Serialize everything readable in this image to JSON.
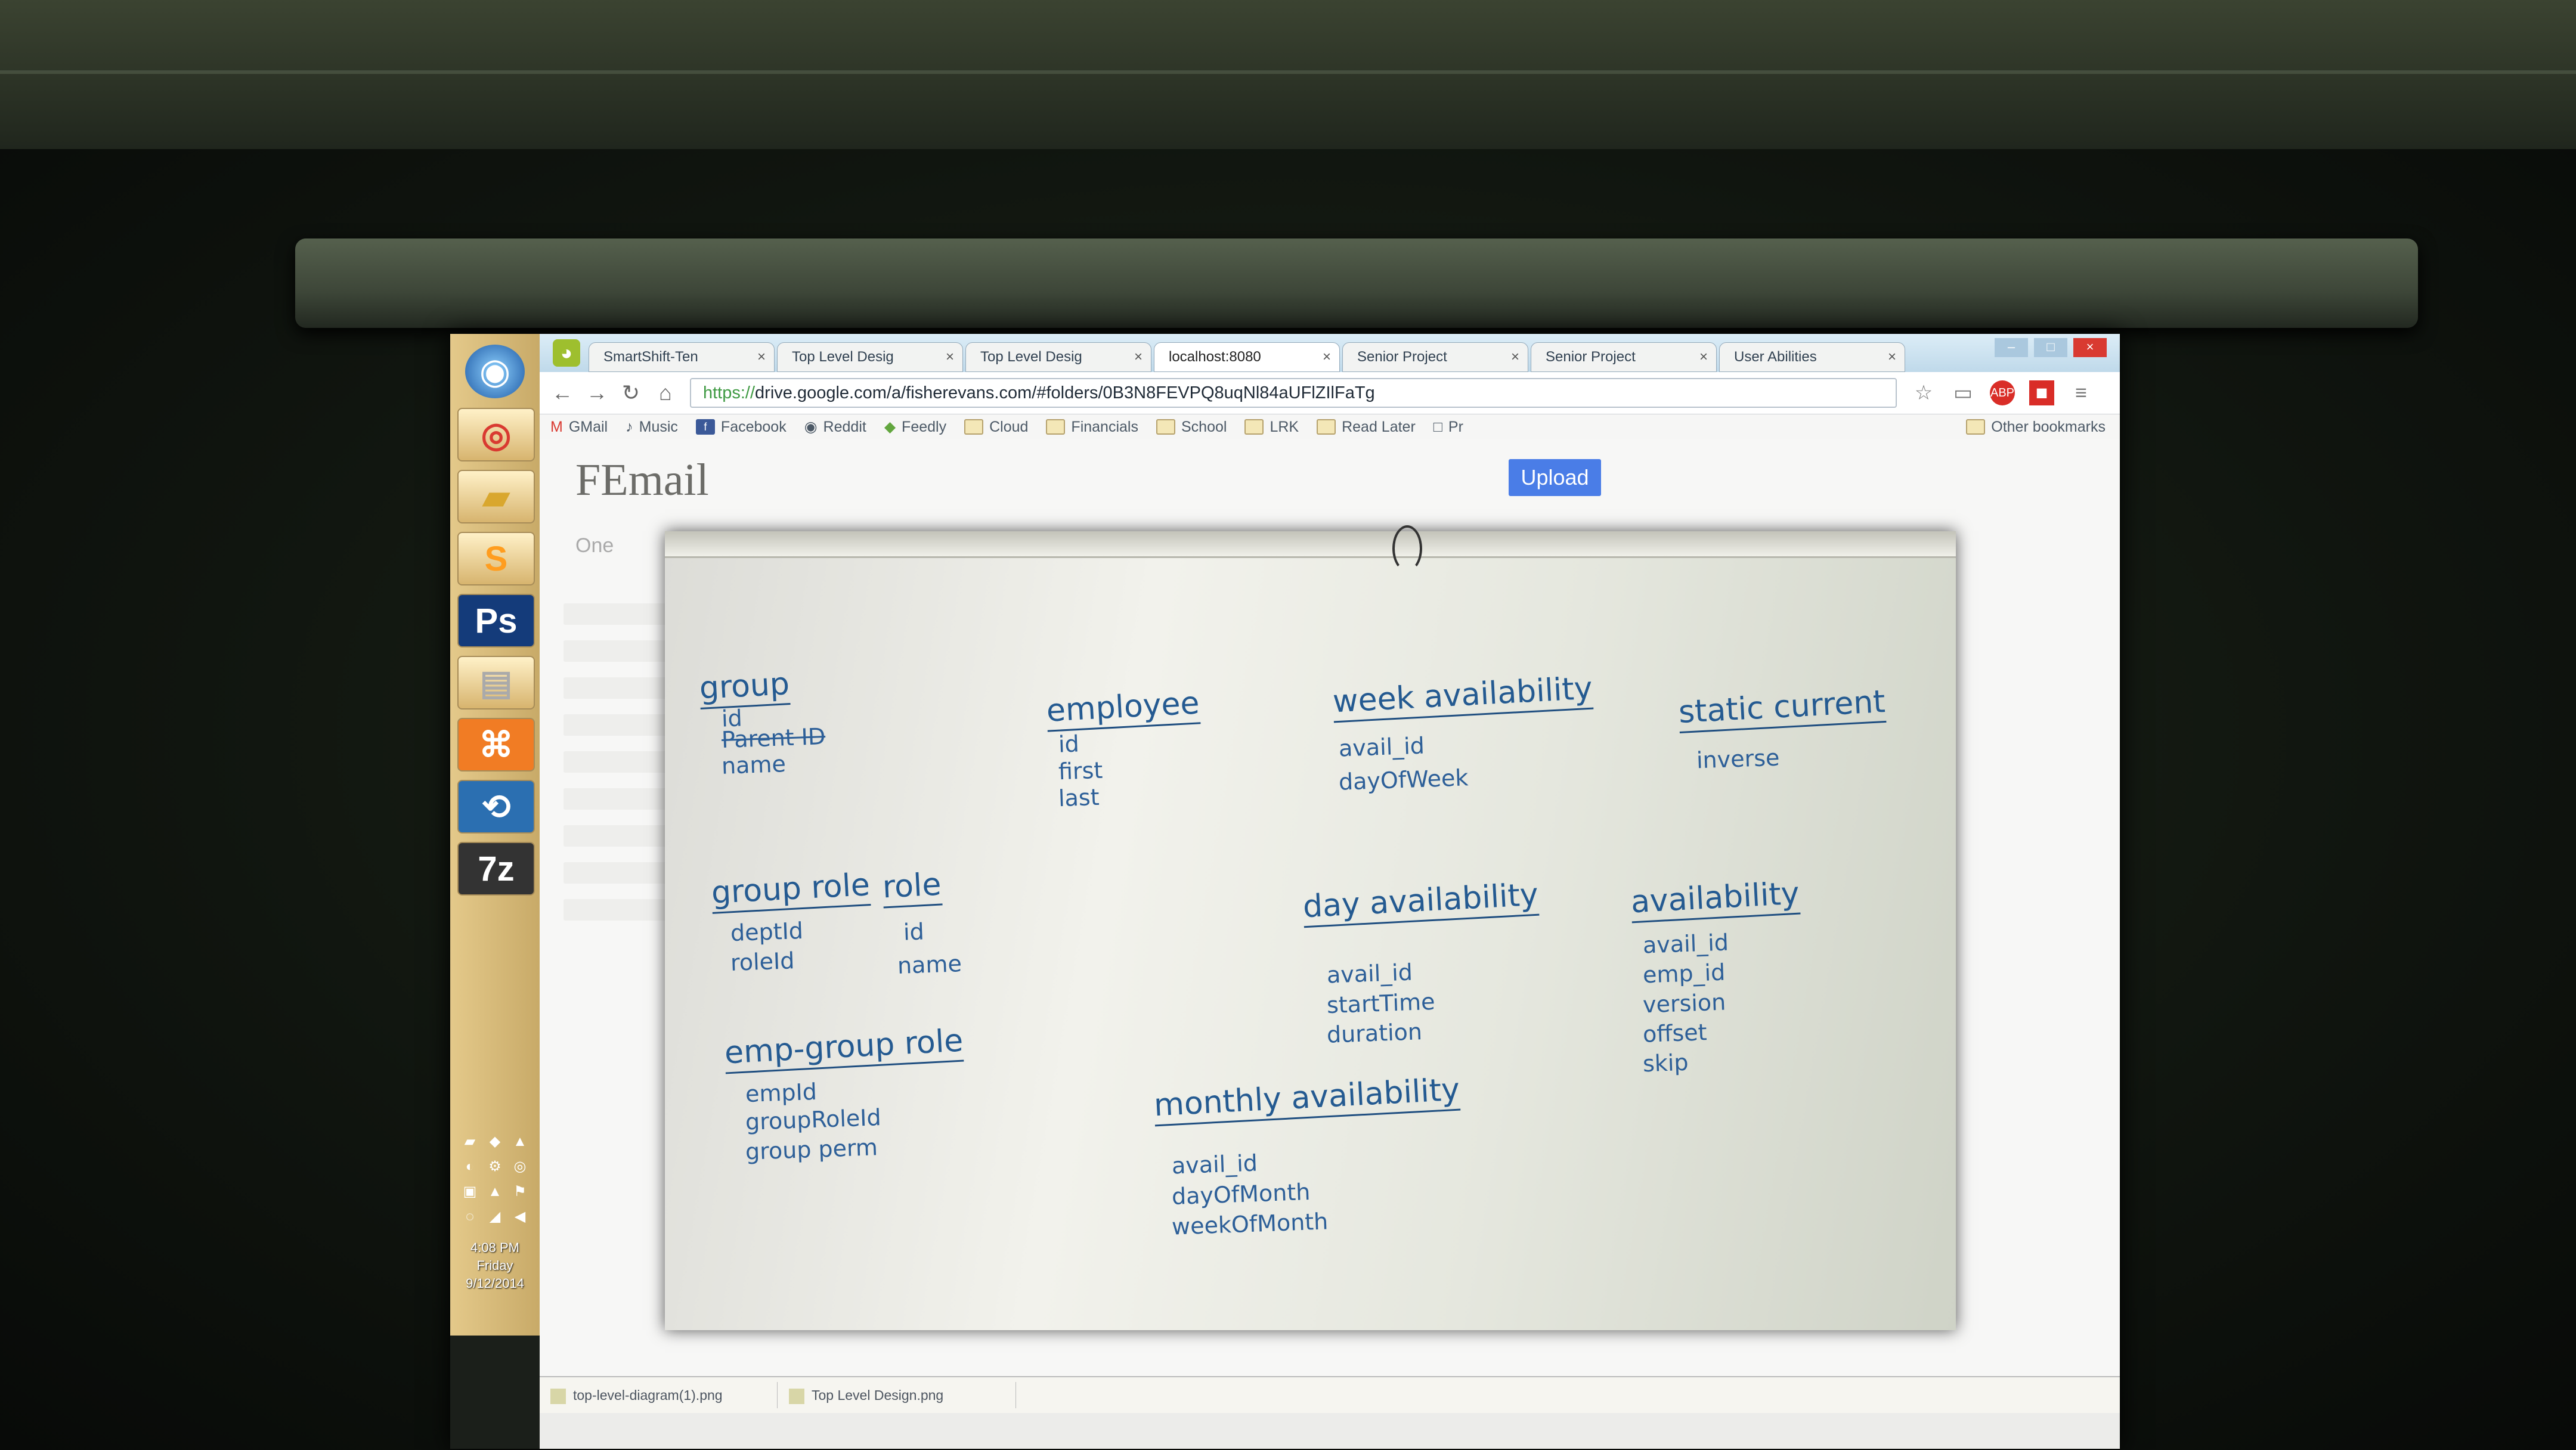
{
  "tabs": [
    {
      "label": "SmartShift-Ten"
    },
    {
      "label": "Top Level Desig"
    },
    {
      "label": "Top Level Desig"
    },
    {
      "label": "localhost:8080"
    },
    {
      "label": "Senior Project"
    },
    {
      "label": "Senior Project"
    },
    {
      "label": "User Abilities"
    }
  ],
  "address": {
    "https": "https://",
    "url": "drive.google.com/a/fisherevans.com/#folders/0B3N8FEVPQ8uqNl84aUFlZIlFaTg"
  },
  "bookmarks": [
    {
      "label": "GMail"
    },
    {
      "label": "Music"
    },
    {
      "label": "Facebook"
    },
    {
      "label": "Reddit"
    },
    {
      "label": "Feedly"
    },
    {
      "label": "Cloud"
    },
    {
      "label": "Financials"
    },
    {
      "label": "School"
    },
    {
      "label": "LRK"
    },
    {
      "label": "Read Later"
    },
    {
      "label": "Pr"
    },
    {
      "label": "Other bookmarks"
    }
  ],
  "drive": {
    "logo": "FEmail",
    "action": "Upload"
  },
  "whiteboard": {
    "group_title": "group",
    "group_items": [
      "id",
      "Parent ID",
      "name"
    ],
    "employee_title": "employee",
    "employee_items": [
      "id",
      "first",
      "last"
    ],
    "week_title": "week availability",
    "week_items": [
      "avail_id",
      "dayOfWeek"
    ],
    "static_title": "static current",
    "static_items": [
      "inverse"
    ],
    "group_role_title": "group role",
    "group_role_items": [
      "deptId",
      "roleId"
    ],
    "role_title": "role",
    "role_items": [
      "id",
      "name"
    ],
    "day_title": "day availability",
    "day_items": [
      "avail_id",
      "startTime",
      "duration"
    ],
    "availability_title": "availability",
    "availability_items": [
      "avail_id",
      "emp_id",
      "version",
      "offset",
      "skip"
    ],
    "emp_group_title": "emp-group role",
    "emp_group_items": [
      "empId",
      "groupRoleId",
      "group perm"
    ],
    "monthly_title": "monthly availability",
    "monthly_items": [
      "avail_id",
      "dayOfMonth",
      "weekOfMonth"
    ]
  },
  "downloads": [
    {
      "label": "top-level-diagram(1).png"
    },
    {
      "label": "Top Level Design.png"
    }
  ],
  "clock": {
    "time": "4:08 PM",
    "day": "Friday",
    "date": "9/12/2014"
  }
}
